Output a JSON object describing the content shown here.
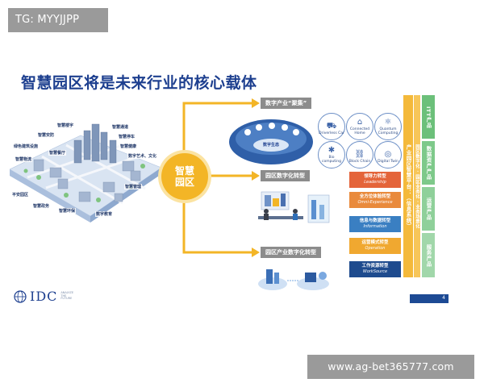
{
  "tag": "TG: MYYJJPP",
  "title": "智慧园区将是未来行业的核心载体",
  "hub": {
    "line1": "智慧",
    "line2": "园区"
  },
  "city_labels": [
    "智慧楼宇",
    "智慧通道",
    "智慧安防",
    "智慧停车",
    "绿色建筑设施",
    "智慧餐厅",
    "智慧健康",
    "数字艺术、文化",
    "智慧物流",
    "平安园区",
    "智慧政务",
    "智慧管理",
    "智慧环保",
    "数字教育"
  ],
  "branches": [
    {
      "label": "数字产业“聚集”"
    },
    {
      "label": "园区数字化转型"
    },
    {
      "label": "园区产业数字化转型"
    }
  ],
  "ring_center": "数字生态",
  "ring_nodes": [
    {
      "label": "Driverless Car",
      "icon": "car-icon",
      "glyph": "⛟"
    },
    {
      "label": "Connected Home",
      "icon": "home-icon",
      "glyph": "⌂"
    },
    {
      "label": "Quantum Computing",
      "icon": "atom-icon",
      "glyph": "⚛"
    },
    {
      "label": "Bio computing",
      "icon": "dna-icon",
      "glyph": "✱"
    },
    {
      "label": "Block Chain",
      "icon": "chain-icon",
      "glyph": "⛓"
    },
    {
      "label": "Digital Twin",
      "icon": "twin-icon",
      "glyph": "◎"
    }
  ],
  "bars": [
    {
      "cn": "领导力转型",
      "en": "Leadership",
      "color": "#e4643a"
    },
    {
      "cn": "全方位体验转型",
      "en": "Omni-Experience",
      "color": "#e98a3c"
    },
    {
      "cn": "信息与数据转型",
      "en": "Information",
      "color": "#3a7fc2"
    },
    {
      "cn": "运营模式转型",
      "en": "Operation",
      "color": "#f0a830"
    },
    {
      "cn": "工作资源转型",
      "en": "WorkSource",
      "color": "#1e4b8e"
    }
  ],
  "vertical_bars": [
    {
      "text": "产业园区智慧平台：（信息系统）",
      "color": "#f4b93a"
    },
    {
      "text": "园区数字化 · 园区业务化 · 业务场景化",
      "color": "#f7c659"
    },
    {
      "text": "ITT产品",
      "color": "#6cc07a"
    },
    {
      "text": "数据资产产品",
      "color": "#7ec98a"
    },
    {
      "text": "运营产品",
      "color": "#8fd09a"
    },
    {
      "text": "服务产品",
      "color": "#a1d7aa"
    }
  ],
  "logo": {
    "text": "IDC",
    "tagline": "ANALYZE THE FUTURE"
  },
  "footer": {
    "page": "4"
  },
  "watermark": "www.ag-bet365777.com",
  "colors": {
    "title": "#1d3f8f",
    "hub": "#f3b526",
    "arrow": "#f3b526",
    "badge": "#9a9a9a"
  }
}
